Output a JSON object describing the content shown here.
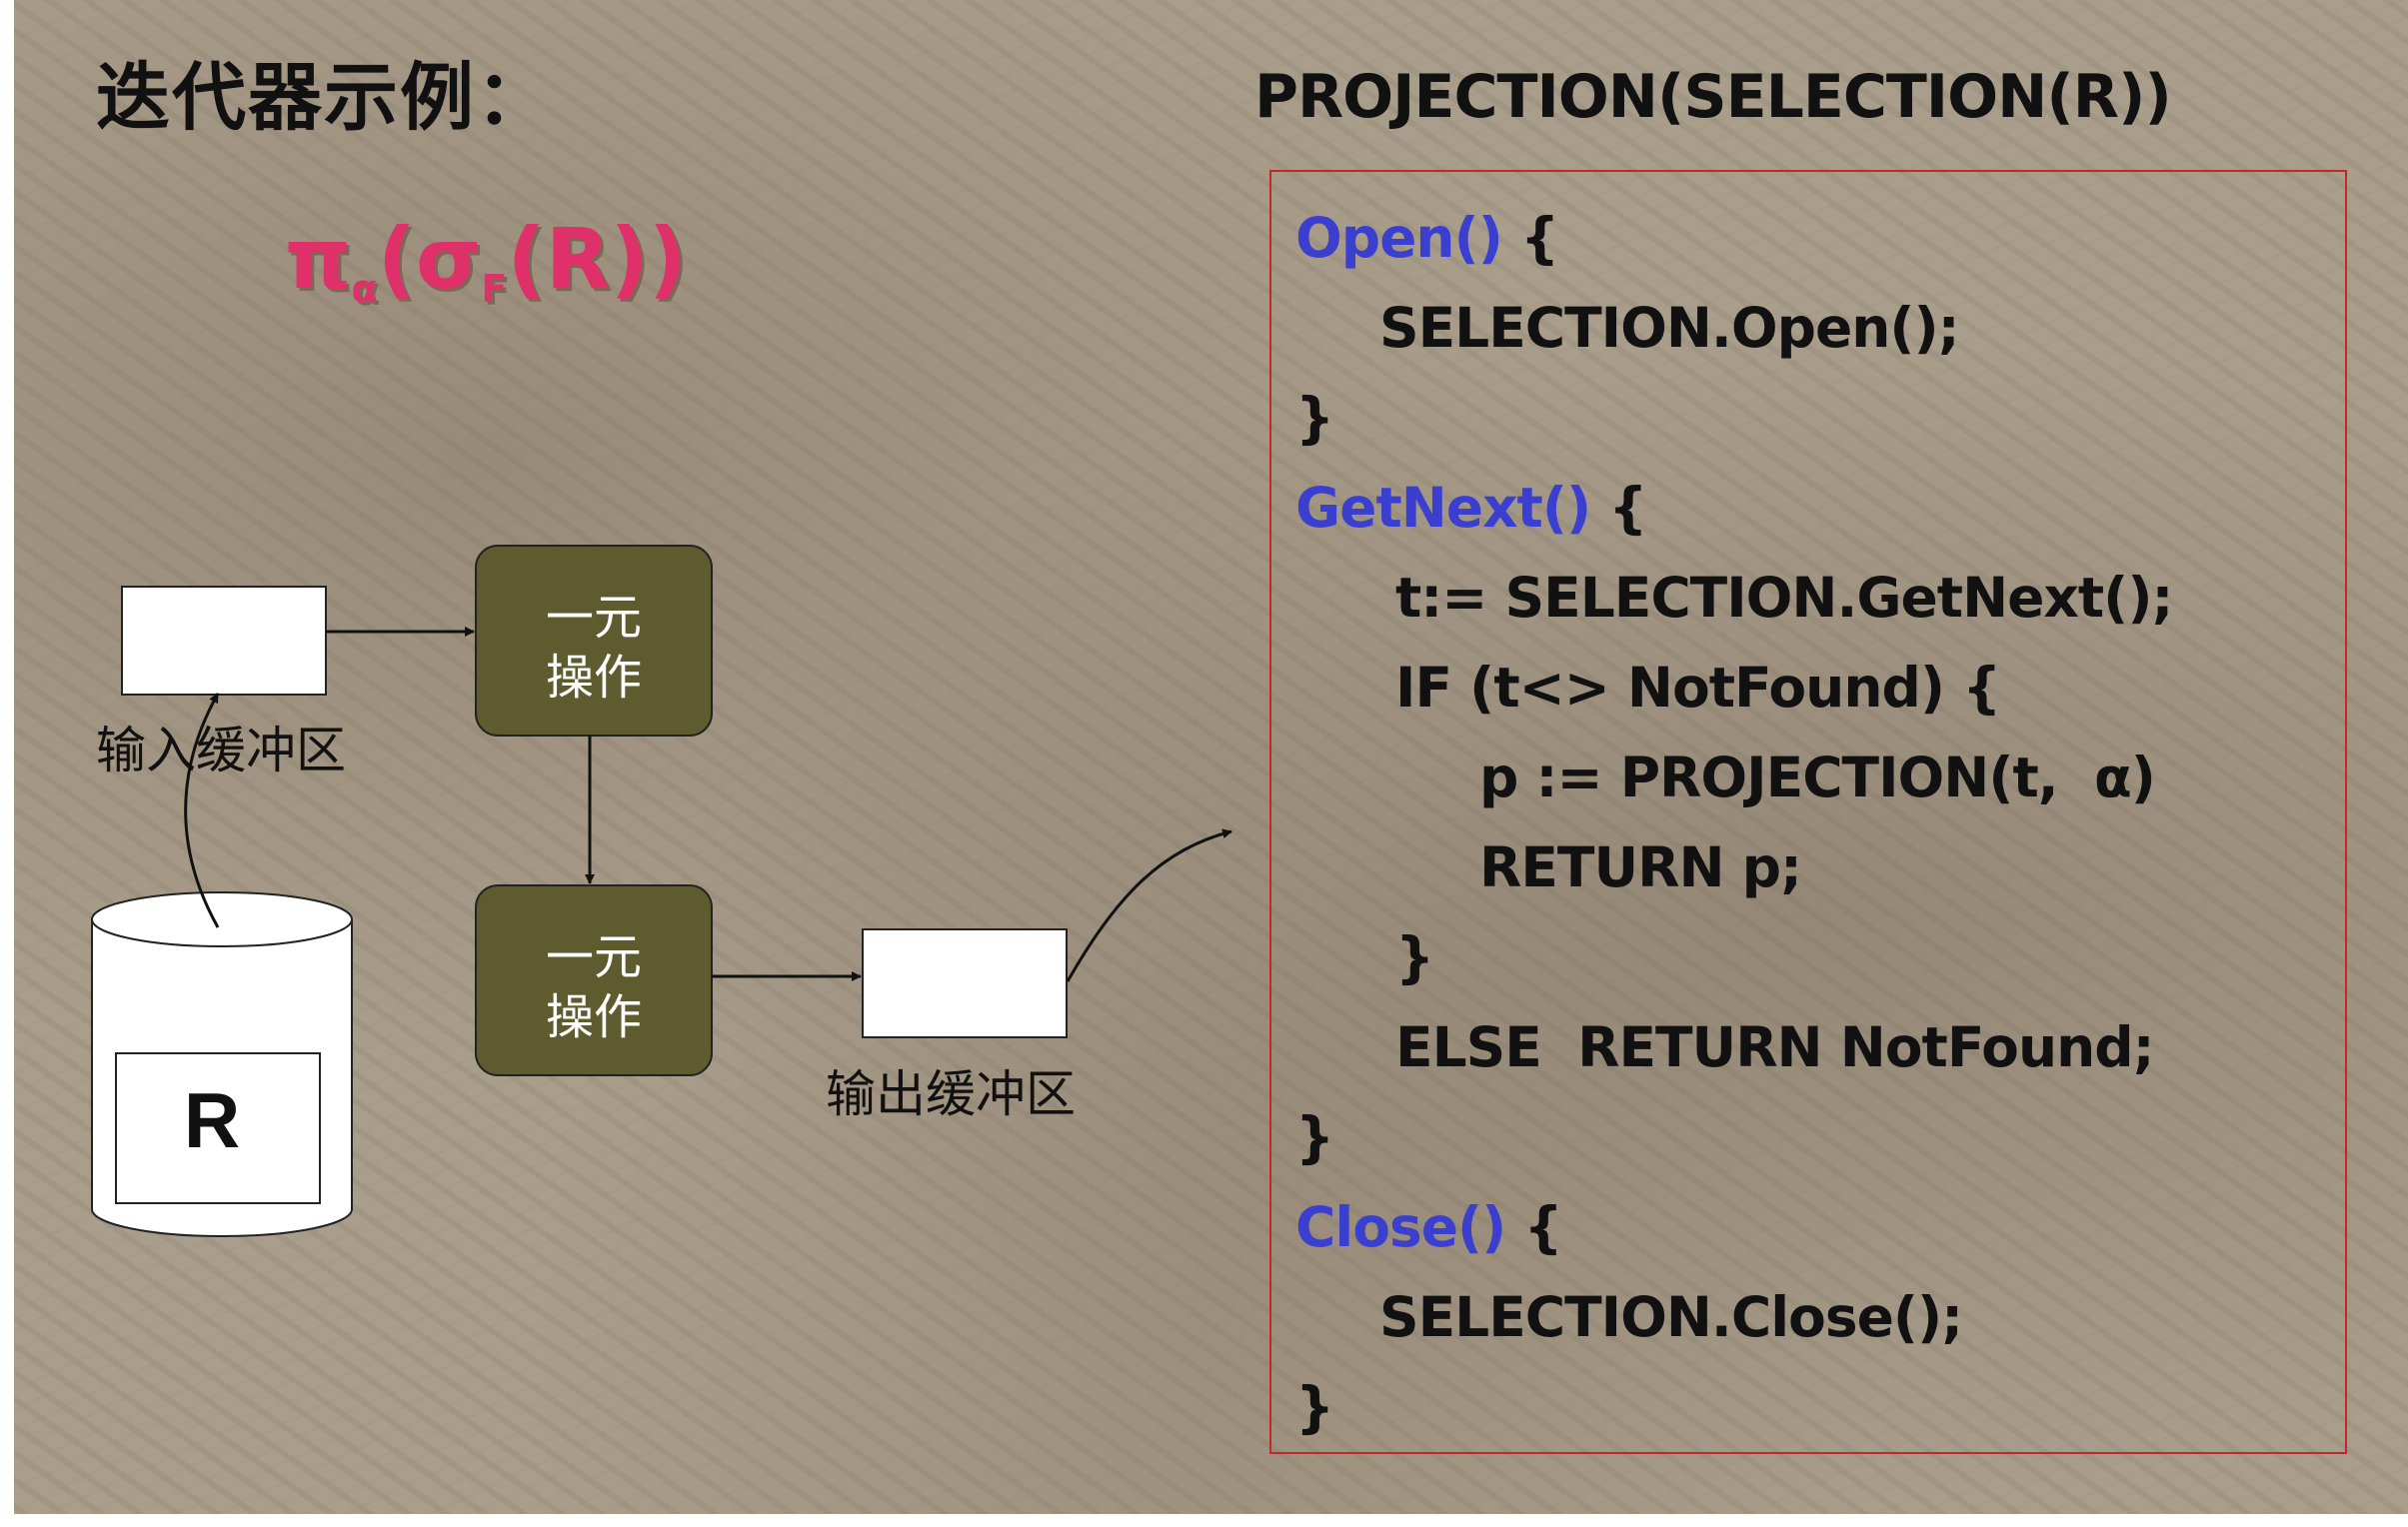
{
  "title": "迭代器示例：",
  "formula": {
    "pi": "π",
    "pi_sub": "α",
    "open1": "(",
    "sigma": "σ",
    "sigma_sub": "F",
    "rest": "(R))"
  },
  "code_heading": "PROJECTION(SELECTION(R))",
  "code": {
    "open_kw": "Open()",
    "open_brace": " {",
    "line_sel_open": "SELECTION.Open();",
    "close_brace_1": "}",
    "getnext_kw": "GetNext()",
    "getnext_brace": " {",
    "line_t": "t:= SELECTION.GetNext();",
    "line_if": "IF (t<> NotFound) {",
    "line_p": "p := PROJECTION(t,  α)",
    "line_return": "RETURN p;",
    "close_brace_if": "}",
    "line_else": "ELSE  RETURN NotFound;",
    "close_brace_2": "}",
    "close_kw": "Close()",
    "close_brace_open": " {",
    "line_sel_close": "SELECTION.Close();",
    "close_brace_3": "}"
  },
  "diagram": {
    "op1_line1": "一元",
    "op1_line2": "操作",
    "op2_line1": "一元",
    "op2_line2": "操作",
    "input_buffer_label": "输入缓冲区",
    "output_buffer_label": "输出缓冲区",
    "relation_label": "R"
  },
  "colors": {
    "operator_fill": "#5e5c2e",
    "keyword_blue": "#3a3fcf",
    "formula_pink": "#e0306a",
    "code_box_border": "#c0282a"
  }
}
